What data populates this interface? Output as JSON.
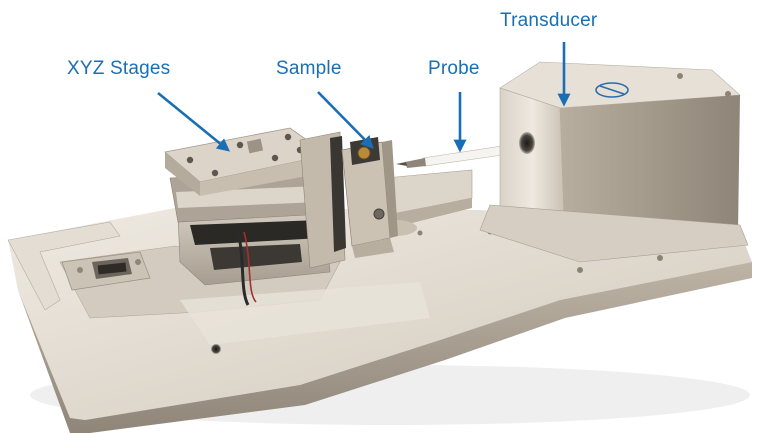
{
  "labels": {
    "xyz_stages": "XYZ Stages",
    "sample": "Sample",
    "probe": "Probe",
    "transducer": "Transducer"
  },
  "colors": {
    "label": "#1a6fb4",
    "arrow": "#1a6fb4",
    "metal_light": "#e7e1d7",
    "metal_mid": "#cfc6b8",
    "metal_dark": "#9c9386",
    "background": "#ffffff"
  }
}
